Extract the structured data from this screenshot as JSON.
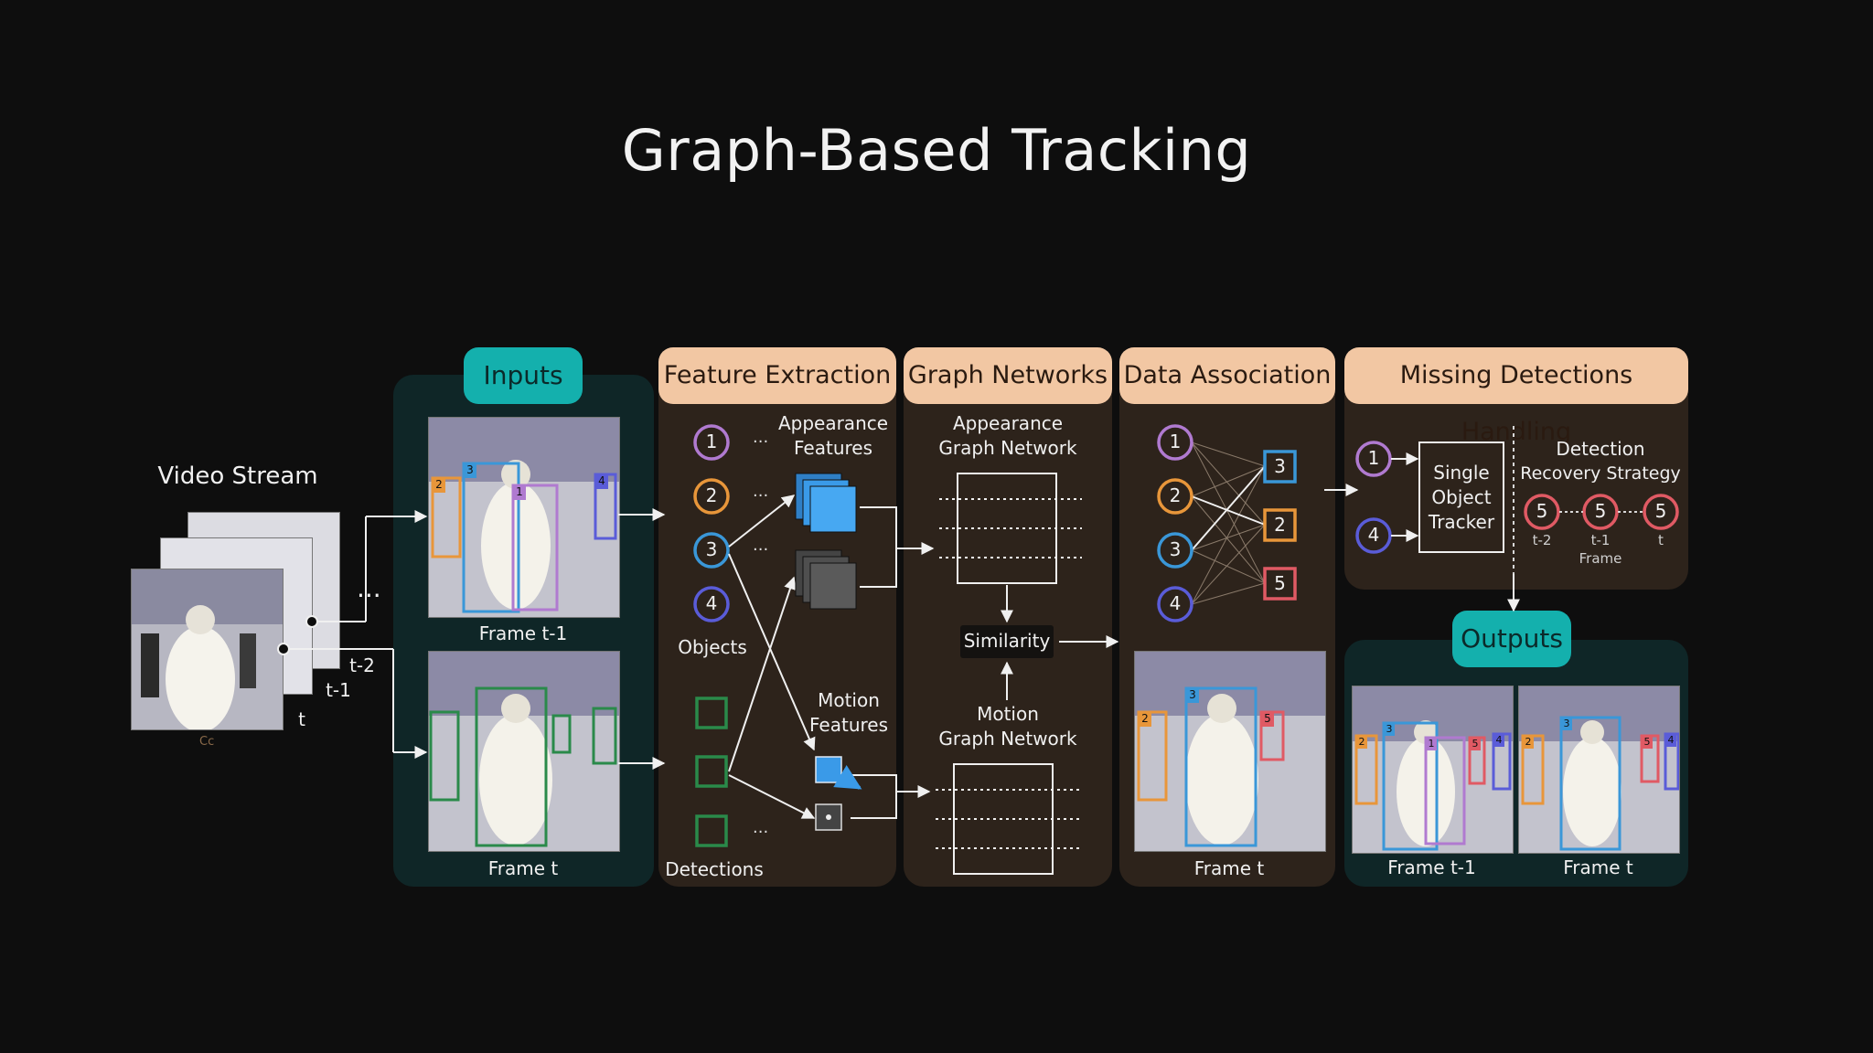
{
  "title": "Graph-Based Tracking",
  "video_stream": {
    "label": "Video Stream",
    "ellipsis": "...",
    "frame_labels": [
      "t-2",
      "t-1",
      "t"
    ],
    "watermark": "Cc"
  },
  "inputs": {
    "header": "Inputs",
    "frame_top_label": "Frame t-1",
    "frame_bottom_label": "Frame t",
    "top_boxes": [
      "2",
      "3",
      "1",
      "4"
    ]
  },
  "feature_extraction": {
    "header": "Feature Extraction",
    "objects": [
      "1",
      "2",
      "3",
      "4"
    ],
    "objects_label": "Objects",
    "detections_label": "Detections",
    "appearance_label_1": "Appearance",
    "appearance_label_2": "Features",
    "motion_label_1": "Motion",
    "motion_label_2": "Features",
    "ellipsis": "..."
  },
  "graph_networks": {
    "header": "Graph Networks",
    "appearance_label_1": "Appearance",
    "appearance_label_2": "Graph Network",
    "similarity": "Similarity",
    "motion_label_1": "Motion",
    "motion_label_2": "Graph Network"
  },
  "data_association": {
    "header": "Data Association",
    "left_nodes": [
      "1",
      "2",
      "3",
      "4"
    ],
    "right_nodes": [
      "3",
      "2",
      "5"
    ],
    "frame_label": "Frame t",
    "frame_boxes": [
      "2",
      "3",
      "5"
    ]
  },
  "missing_detections": {
    "header": "Missing Detections Handling",
    "inputs": [
      "1",
      "4"
    ],
    "tracker_line_1": "Single",
    "tracker_line_2": "Object",
    "tracker_line_3": "Tracker",
    "recovery_line_1": "Detection",
    "recovery_line_2": "Recovery Strategy",
    "recovery_nodes": [
      "5",
      "5",
      "5"
    ],
    "recovery_times": [
      "t-2",
      "t-1",
      "t"
    ],
    "frame_word": "Frame"
  },
  "outputs": {
    "header": "Outputs",
    "frame_left_label": "Frame t-1",
    "frame_right_label": "Frame t",
    "left_boxes": [
      "3",
      "2",
      "1",
      "5",
      "4"
    ],
    "right_boxes": [
      "3",
      "2",
      "5",
      "4"
    ]
  },
  "colors": {
    "node_1": "#b07ad0",
    "node_2": "#e8963a",
    "node_3": "#3a97d8",
    "node_4": "#5a5cd8",
    "node_5": "#e05a64",
    "detection_green": "#2a8a4a",
    "feature_blue": "#3a9ae8",
    "feature_gray": "#5a5a5a"
  }
}
